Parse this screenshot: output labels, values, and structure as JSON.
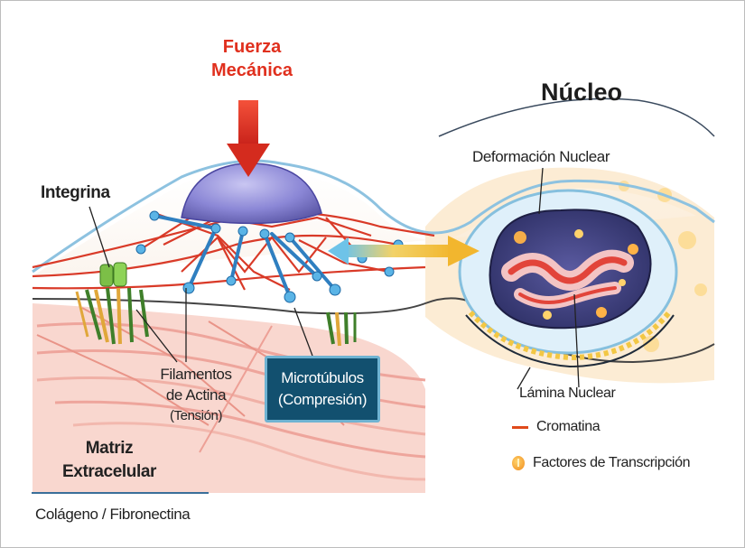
{
  "force": {
    "line1": "Fuerza",
    "line2": "Mecánica"
  },
  "nucleus": {
    "title": "Núcleo",
    "deformation": "Deformación Nuclear"
  },
  "labels": {
    "integrin": "Integrina",
    "actin_line1": "Filamentos",
    "actin_line2": "de Actina",
    "actin_line3": "(Tensión)",
    "micro_line1": "Microtúbulos",
    "micro_line2": "(Compresión)",
    "ecm_line1": "Matriz",
    "ecm_line2": "Extracelular",
    "ecm_sub": "Colágeno / Fibronectina",
    "lamina": "Lámina Nuclear"
  },
  "legend": [
    {
      "symbol": "red-line-icon",
      "label": "Cromatina"
    },
    {
      "symbol": "orange-dot-icon",
      "label": "Factores de Transcripción"
    }
  ],
  "colors": {
    "force": "#e0301e",
    "actin": "#d93a28",
    "microtubule": "#2f7fc0",
    "integrin": "#6da53a",
    "cell_outline": "#7fb7d8",
    "nucleus_body": "#3d3f78",
    "arrow": "#f2c744",
    "ecm": "#f4b7b2",
    "micro_box": "#12506f"
  }
}
